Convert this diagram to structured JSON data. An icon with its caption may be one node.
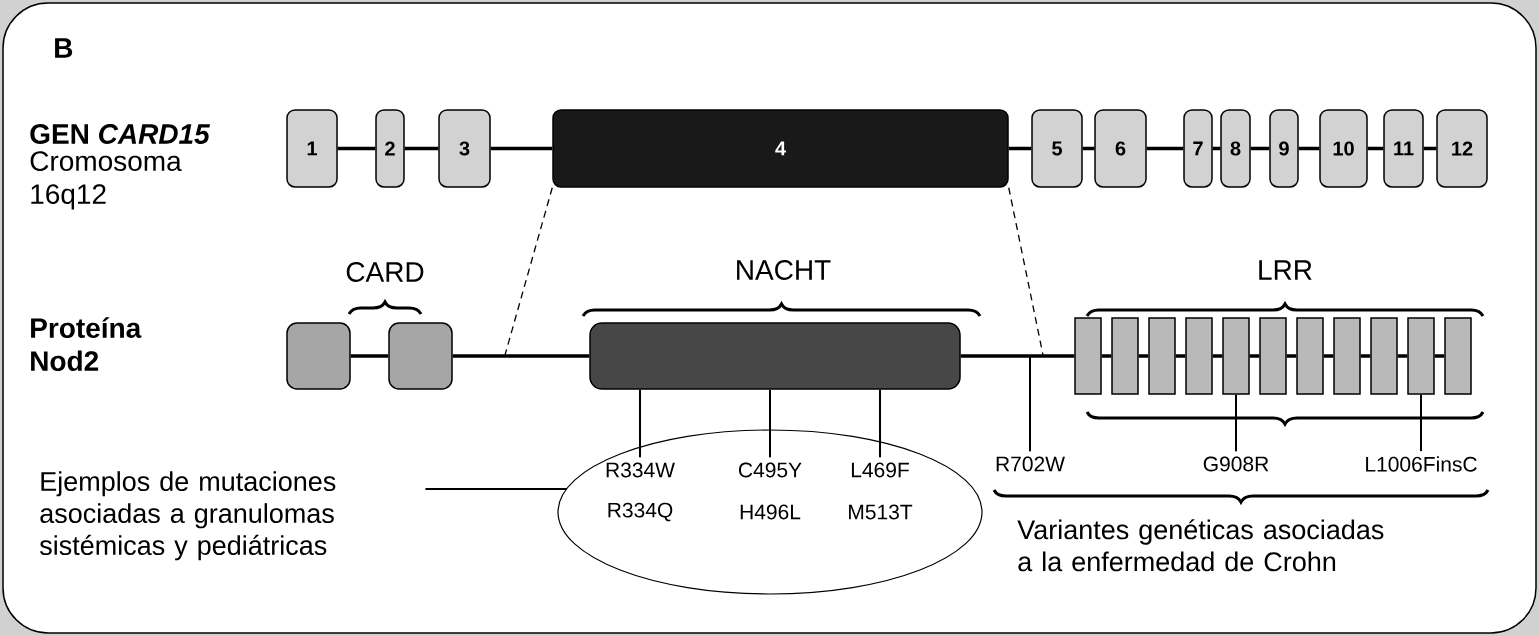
{
  "diagram": {
    "nodes": [
      {
        "text": [
          "1"
        ]
      },
      {
        "text": [
          "2"
        ]
      },
      {
        "text": [
          "3"
        ]
      },
      {
        "text": [
          "4"
        ]
      },
      {
        "text": [
          "5"
        ]
      },
      {
        "text": [
          "6"
        ]
      },
      {
        "text": [
          "7"
        ]
      },
      {
        "text": [
          "8"
        ]
      },
      {
        "text": [
          "9"
        ]
      },
      {
        "text": [
          "10"
        ]
      },
      {
        "text": [
          "11"
        ]
      },
      {
        "text": [
          "12"
        ]
      },
      {
        "text": [],
        "shape": "box"
      },
      {
        "text": [],
        "shape": "box"
      },
      {
        "text": [],
        "shape": "box"
      },
      {
        "text": [],
        "shape": "box"
      },
      {
        "text": [],
        "shape": "box"
      },
      {
        "text": [],
        "shape": "box"
      },
      {
        "text": [],
        "shape": "box"
      },
      {
        "text": [],
        "shape": "box"
      },
      {
        "text": [],
        "shape": "box"
      },
      {
        "text": [],
        "shape": "box"
      },
      {
        "text": [],
        "shape": "box"
      },
      {
        "text": [],
        "shape": "box"
      },
      {
        "text": [],
        "shape": "box"
      },
      {
        "text": [],
        "shape": "box"
      },
      {
        "text": [],
        "shape": "ellipse"
      },
      {
        "text": [
          "R334W"
        ],
        "in": 26
      },
      {
        "text": [
          "C495Y"
        ],
        "in": 26
      },
      {
        "text": [
          "L469F"
        ],
        "in": 26
      },
      {
        "text": [
          "R334Q"
        ],
        "in": 26
      },
      {
        "text": [
          "H496L"
        ],
        "in": 26
      },
      {
        "text": [
          "M513T"
        ],
        "in": 26
      },
      {
        "text": [
          "R702W"
        ]
      },
      {
        "text": [
          "G908R"
        ]
      },
      {
        "text": [
          "L1006FinsC"
        ]
      },
      {
        "text": [
          "Ejemplos de mutaciones asociadas a granulomas sistémicas y pediátricas"
        ]
      }
    ],
    "edges": [
      {
        "from": 0,
        "to": 1,
        "arrow": "none"
      },
      {
        "from": 1,
        "to": 2,
        "arrow": "none"
      },
      {
        "from": 2,
        "to": 3,
        "arrow": "none"
      },
      {
        "from": 3,
        "to": 4,
        "arrow": "none"
      },
      {
        "from": 4,
        "to": 5,
        "arrow": "none"
      },
      {
        "from": 5,
        "to": 6,
        "arrow": "none"
      },
      {
        "from": 6,
        "to": 7,
        "arrow": "none"
      },
      {
        "from": 7,
        "to": 8,
        "arrow": "none"
      },
      {
        "from": 8,
        "to": 9,
        "arrow": "none"
      },
      {
        "from": 9,
        "to": 10,
        "arrow": "none"
      },
      {
        "from": 10,
        "to": 11,
        "arrow": "none"
      },
      {
        "from": 12,
        "to": 13,
        "arrow": "none"
      },
      {
        "from": 13,
        "to": 14,
        "arrow": "none"
      },
      {
        "from": 14,
        "to": 15,
        "arrow": "none"
      },
      {
        "from": 15,
        "to": 16,
        "arrow": "none"
      },
      {
        "from": 16,
        "to": 17,
        "arrow": "none"
      },
      {
        "from": 17,
        "to": 18,
        "arrow": "none"
      },
      {
        "from": 18,
        "to": 19,
        "arrow": "none"
      },
      {
        "from": 19,
        "to": 20,
        "arrow": "none"
      },
      {
        "from": 20,
        "to": 21,
        "arrow": "none"
      },
      {
        "from": 21,
        "to": 22,
        "arrow": "none"
      },
      {
        "from": 22,
        "to": 23,
        "arrow": "none"
      },
      {
        "from": 23,
        "to": 24,
        "arrow": "none"
      },
      {
        "from": 24,
        "to": 25,
        "arrow": "none"
      },
      {
        "from": 3,
        "to": null,
        "arrow": "none",
        "style": "dashed"
      },
      {
        "from": 3,
        "to": null,
        "arrow": "none",
        "style": "dashed"
      },
      {
        "from": 14,
        "to": 27,
        "arrow": "none"
      },
      {
        "from": 14,
        "to": 28,
        "arrow": "none"
      },
      {
        "from": 14,
        "to": 29,
        "arrow": "none"
      },
      {
        "from": null,
        "to": 33,
        "arrow": "none"
      },
      {
        "from": 19,
        "to": 34,
        "arrow": "none"
      },
      {
        "from": 24,
        "to": 35,
        "arrow": "none"
      },
      {
        "from": 36,
        "to": 26,
        "arrow": "none"
      }
    ],
    "labels": [
      "B",
      "GEN *CARD15*",
      "Cromosoma 16q12",
      "CARD",
      "NACHT",
      "LRR",
      "Proteína Nod2",
      "Variantes genéticas asociadas a la enfermedad de Crohn"
    ]
  }
}
